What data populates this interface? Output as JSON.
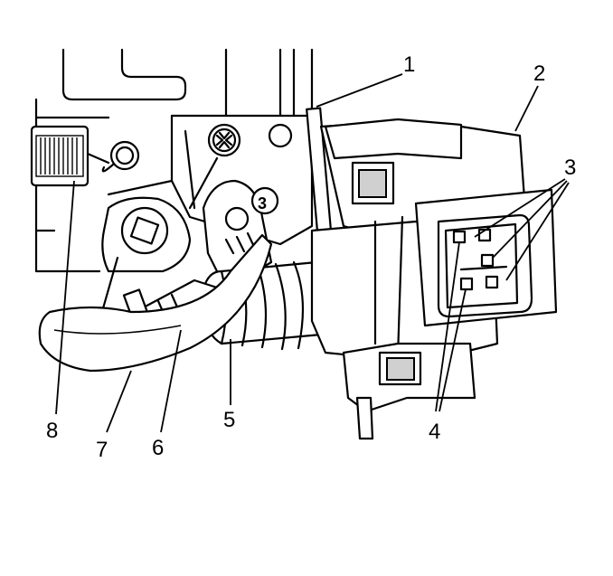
{
  "callouts": [
    {
      "id": "1",
      "text": "1"
    },
    {
      "id": "2",
      "text": "2"
    },
    {
      "id": "3",
      "text": "3"
    },
    {
      "id": "4",
      "text": "4"
    },
    {
      "id": "5",
      "text": "5"
    },
    {
      "id": "6",
      "text": "6"
    },
    {
      "id": "7",
      "text": "7"
    },
    {
      "id": "8",
      "text": "8"
    }
  ],
  "part_marking": "3"
}
